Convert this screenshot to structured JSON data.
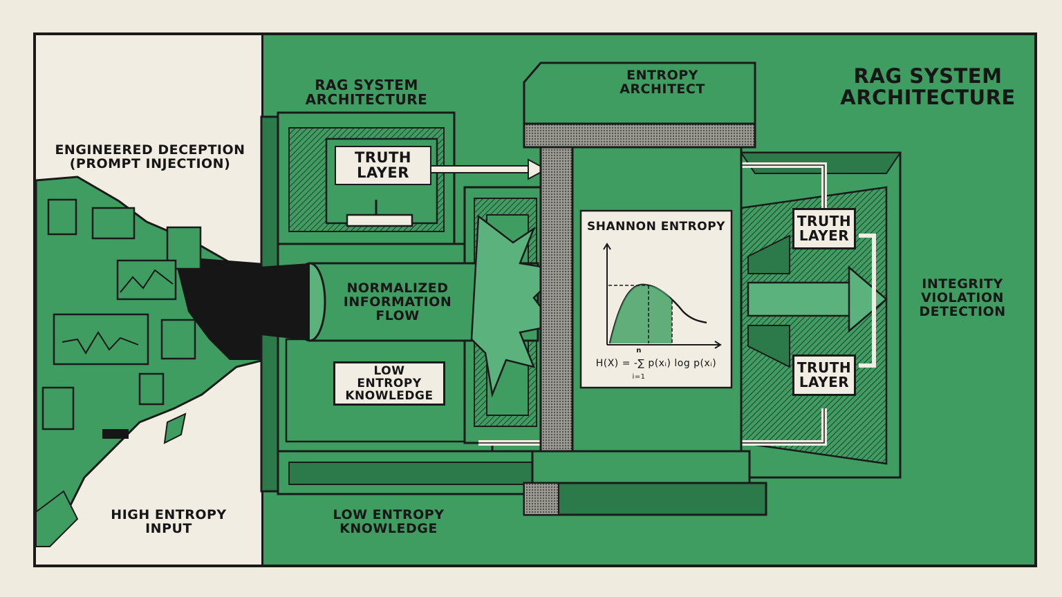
{
  "labels": {
    "engineered_deception": "ENGINEERED DECEPTION\n(PROMPT INJECTION)",
    "high_entropy_input": "HIGH ENTROPY\nINPUT",
    "rag_left": "RAG SYSTEM\nARCHITECTURE",
    "truth_layer_top": "TRUTH\nLAYER",
    "normalized_flow": "NORMALIZED\nINFORMATION\nFLOW",
    "low_entropy_mid": "LOW ENTROPY\nKNOWLEDGE",
    "low_entropy_bottom": "LOW ENTROPY\nKNOWLEDGE",
    "entropy_architect": "ENTROPY\nARCHITECT",
    "shannon_title": "SHANNON ENTROPY",
    "formula": "H(X) = -∑ p(xᵢ) log p(xᵢ)",
    "formula_upper": "n",
    "formula_lower": "i=1",
    "truth_layer_right_top": "TRUTH\nLAYER",
    "truth_layer_right_bottom": "TRUTH\nLAYER",
    "rag_right": "RAG SYSTEM\nARCHITECTURE",
    "integrity": "INTEGRITY\nVIOLATION\nDETECTION"
  },
  "colors": {
    "green": "#3f9d62",
    "dark_green": "#2c7a49",
    "light_green": "#5cb27c",
    "paper": "#f1ede2",
    "ink": "#1a1a1a"
  }
}
